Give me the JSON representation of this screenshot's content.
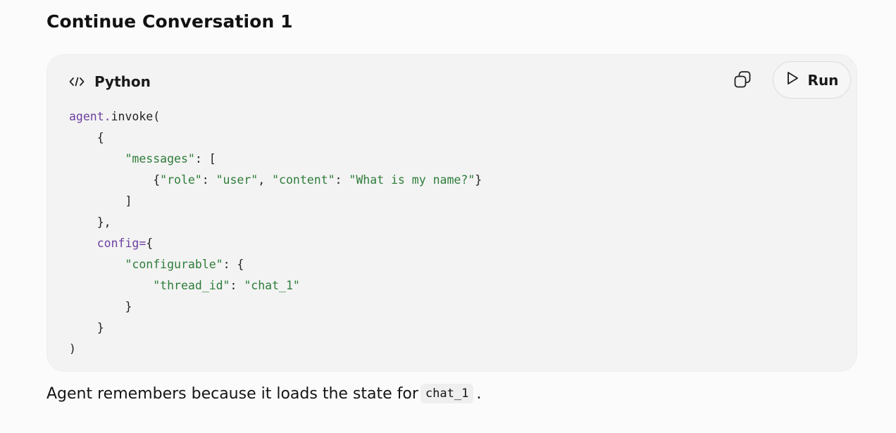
{
  "section": {
    "title": "Continue Conversation 1"
  },
  "code_block": {
    "language": "Python",
    "language_icon": "code-brackets-icon",
    "copy_icon": "copy-icon",
    "run_label": "Run",
    "run_icon": "play-icon",
    "lines": {
      "l1_obj": "agent",
      "l1_dot": ".",
      "l1_call": "invoke(",
      "l2": "    {",
      "l3_indent": "        ",
      "l3_key": "\"messages\"",
      "l3_rest": ": [",
      "l4_indent": "            {",
      "l4_k1": "\"role\"",
      "l4_c1": ": ",
      "l4_v1": "\"user\"",
      "l4_c2": ", ",
      "l4_k2": "\"content\"",
      "l4_c3": ": ",
      "l4_v2": "\"What is my name?\"",
      "l4_end": "}",
      "l5": "        ]",
      "l6": "    },",
      "l7_indent": "    ",
      "l7_kw": "config",
      "l7_eq": "=",
      "l7_rest": "{",
      "l8_indent": "        ",
      "l8_key": "\"configurable\"",
      "l8_rest": ": {",
      "l9_indent": "            ",
      "l9_key": "\"thread_id\"",
      "l9_colon": ": ",
      "l9_val": "\"chat_1\"",
      "l10": "        }",
      "l11": "    }",
      "l12": ")"
    }
  },
  "explanation": {
    "before": "Agent remembers because it loads the state for",
    "code": "chat_1",
    "after": "."
  }
}
